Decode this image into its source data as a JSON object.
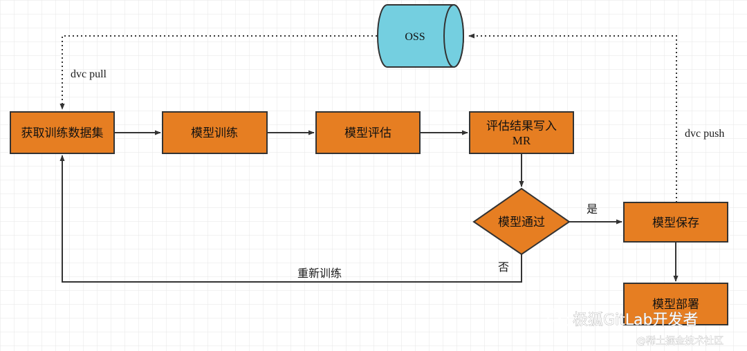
{
  "nodes": {
    "oss": "OSS",
    "acquire": "获取训练数据集",
    "train": "模型训练",
    "evaluate": "模型评估",
    "write_mr_1": "评估结果写入",
    "write_mr_2": "MR",
    "decision": "模型通过",
    "save": "模型保存",
    "deploy": "模型部署"
  },
  "edges": {
    "dvc_pull": "dvc pull",
    "dvc_push": "dvc push",
    "yes": "是",
    "no": "否",
    "retrain": "重新训练"
  },
  "watermark": {
    "brand": "极狐GitLab开发者",
    "site": "@稀土掘金技术社区"
  },
  "colors": {
    "box_fill": "#E67E22",
    "box_stroke": "#333333",
    "oss_fill": "#74CFE0",
    "grid": "#E6E6E6",
    "line": "#333333"
  },
  "icons": [
    "wechat-icon"
  ]
}
